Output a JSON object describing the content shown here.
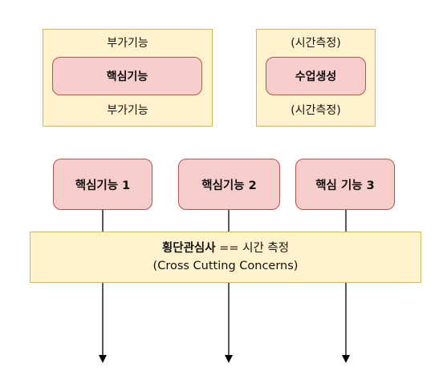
{
  "top_left": {
    "top_label": "부가기능",
    "core_label": "핵심기능",
    "bottom_label": "부가기능"
  },
  "top_right": {
    "top_label": "(시간측정)",
    "core_label": "수업생성",
    "bottom_label": "(시간측정)"
  },
  "modules": [
    {
      "label": "핵심기능 1"
    },
    {
      "label": "핵심기능 2"
    },
    {
      "label": "핵심 기능 3"
    }
  ],
  "crosscut": {
    "title_bold": "횡단관심사",
    "title_rest": " == 시간 측정",
    "subtitle": "(Cross Cutting Concerns)"
  },
  "colors": {
    "outer_fill": "#fff2cc",
    "outer_border": "#d6b656",
    "core_fill": "#f8cecc",
    "core_border": "#b85450"
  }
}
